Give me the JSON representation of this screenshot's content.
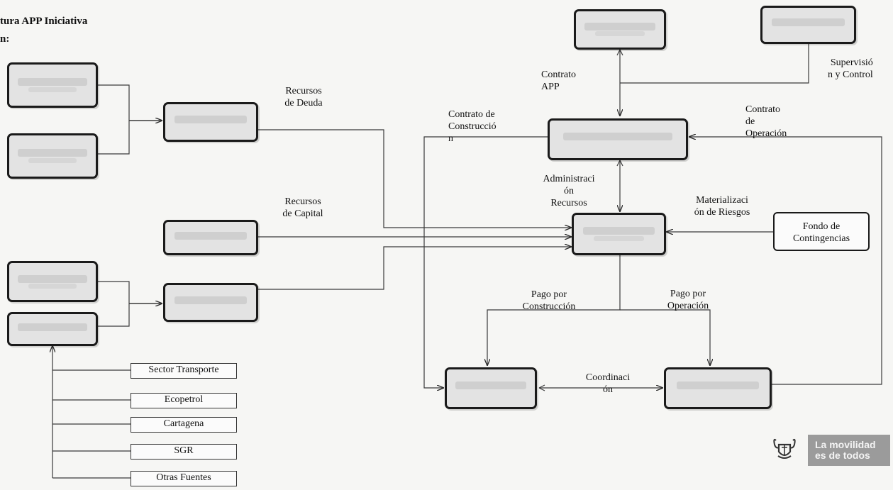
{
  "header": {
    "title_line1": "tura APP Iniciativa",
    "title_line2": "n:"
  },
  "edge_labels": {
    "recursos_deuda": [
      "Recursos",
      "de Deuda"
    ],
    "recursos_capital": [
      "Recursos",
      "de Capital"
    ],
    "contrato_app": [
      "Contrato",
      "APP"
    ],
    "supervision": [
      "Supervisió",
      "n y Control"
    ],
    "contrato_construccion": [
      "Contrato de",
      "Construcció",
      "n"
    ],
    "contrato_operacion": [
      "Contrato",
      "de",
      "Operación"
    ],
    "administracion": [
      "Administraci",
      "ón",
      "Recursos"
    ],
    "materializacion": [
      "Materializaci",
      "ón de Riesgos"
    ],
    "pago_construccion": [
      "Pago por",
      "Construcción"
    ],
    "pago_operacion": [
      "Pago por",
      "Operación"
    ],
    "coordinacion": [
      "Coordinaci",
      "ón"
    ]
  },
  "fondo": [
    "Fondo de",
    "Contingencias"
  ],
  "sources": [
    "Sector Transporte",
    "Ecopetrol",
    "Cartagena",
    "SGR",
    "Otras Fuentes"
  ],
  "logo": {
    "banner_line1": "La movilidad",
    "banner_line2": "es de todos"
  },
  "colors": {
    "box_fill": "#e3e3e3",
    "box_border": "#1a1a1a",
    "line": "#3a3a3a",
    "logo_banner": "#9b9b9b"
  }
}
